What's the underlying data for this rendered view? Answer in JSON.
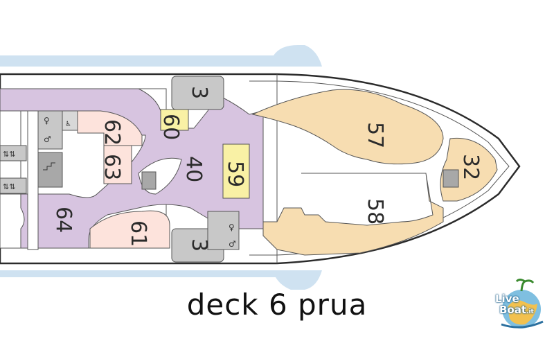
{
  "map": {
    "title": "deck 6 prua",
    "rooms": [
      {
        "id": "3-top",
        "label": "3"
      },
      {
        "id": "60",
        "label": "60"
      },
      {
        "id": "62",
        "label": "62"
      },
      {
        "id": "63",
        "label": "63"
      },
      {
        "id": "40",
        "label": "40"
      },
      {
        "id": "59",
        "label": "59"
      },
      {
        "id": "57",
        "label": "57"
      },
      {
        "id": "58",
        "label": "58"
      },
      {
        "id": "32",
        "label": "32"
      },
      {
        "id": "64",
        "label": "64"
      },
      {
        "id": "61",
        "label": "61"
      },
      {
        "id": "3-bottom",
        "label": "3"
      }
    ],
    "colors": {
      "water": "#cfe2f1",
      "hull": "#ffffff",
      "outline": "#2b2b2b",
      "corridor": "#d7c4e0",
      "cabin_pink": "#fde3dc",
      "venue_beige": "#f7ddb1",
      "highlight_yellow": "#f9f1a5",
      "service_gray": "#c8c8c8",
      "service_dark": "#a8a8a8"
    }
  },
  "logo": {
    "line1": "Live",
    "line2": "Boat",
    "suffix": ".it"
  }
}
